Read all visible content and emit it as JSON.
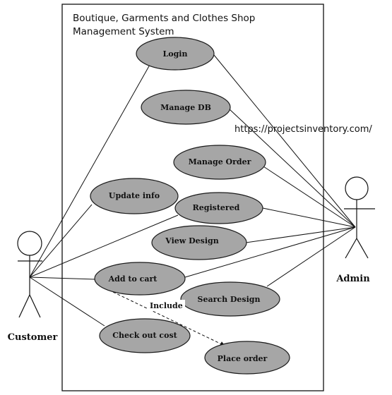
{
  "system": {
    "title_line1": "Boutique, Garments and Clothes Shop",
    "title_line2": "Management System"
  },
  "watermark": "https://projectsinventory.com/",
  "actors": {
    "customer": "Customer",
    "admin": "Admin"
  },
  "use_cases": {
    "login": "Login",
    "manage_db": "Manage DB",
    "manage_order": "Manage Order",
    "update_info": "Update info",
    "registered": "Registered",
    "view_design": "View Design",
    "add_to_cart": "Add to cart",
    "search_design": "Search Design",
    "check_out_cost": "Check out cost",
    "place_order": "Place order"
  },
  "relationships": {
    "include_label": "Include"
  },
  "colors": {
    "use_case_fill": "#a6a6a6",
    "stroke": "#111111"
  }
}
